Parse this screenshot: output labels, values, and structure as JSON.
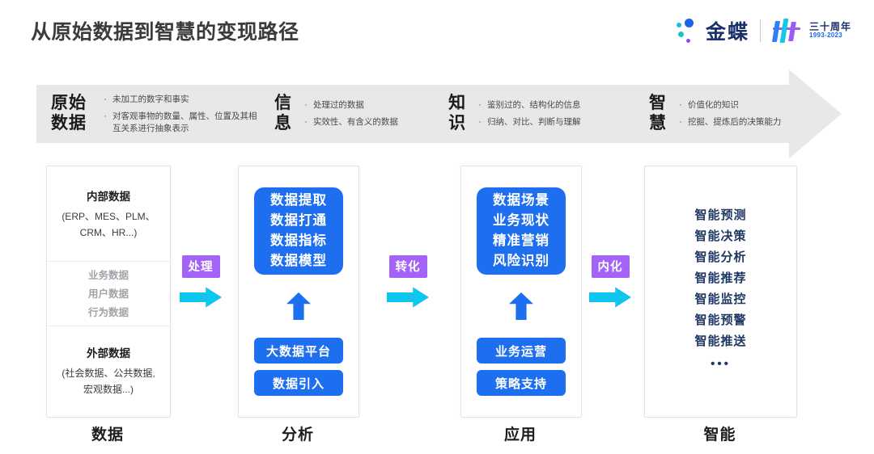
{
  "header": {
    "title": "从原始数据到智慧的变现路径",
    "logo": {
      "brand": "金蝶",
      "anniversary_cn": "三十周年",
      "anniversary_years": "1993-2023"
    }
  },
  "banner": {
    "sections": [
      {
        "key": "原始\n数据",
        "bullets": [
          "未加工的数字和事实",
          "对客观事物的数量、属性、位置及其相互关系进行抽象表示"
        ]
      },
      {
        "key": "信\n息",
        "bullets": [
          "处理过的数据",
          "实效性、有含义的数据"
        ]
      },
      {
        "key": "知\n识",
        "bullets": [
          "鉴别过的、结构化的信息",
          "归纳、对比、判断与理解"
        ]
      },
      {
        "key": "智\n慧",
        "bullets": [
          "价值化的知识",
          "挖掘、提炼后的决策能力"
        ]
      }
    ]
  },
  "columns": [
    {
      "label": "数据",
      "top": {
        "title": "内部数据",
        "sub": "(ERP、MES、PLM、\nCRM、HR...)"
      },
      "middle": [
        "业务数据",
        "用户数据",
        "行为数据"
      ],
      "bottom": {
        "title": "外部数据",
        "sub": "(社会数据、公共数据,\n宏观数据...)"
      }
    },
    {
      "label": "分析",
      "bigbox": "数据提取\n数据打通\n数据指标\n数据模型",
      "pills": [
        "大数据平台",
        "数据引入"
      ]
    },
    {
      "label": "应用",
      "bigbox": "数据场景\n业务现状\n精准营销\n风险识别",
      "pills": [
        "业务运营",
        "策略支持"
      ]
    },
    {
      "label": "智能",
      "items": [
        "智能预测",
        "智能决策",
        "智能分析",
        "智能推荐",
        "智能监控",
        "智能预警",
        "智能推送"
      ],
      "ellipsis": "•••"
    }
  ],
  "connectors": [
    {
      "label": "处理"
    },
    {
      "label": "转化"
    },
    {
      "label": "内化"
    }
  ],
  "colors": {
    "blue": "#1d6ff0",
    "navy": "#1f3864",
    "purple": "#a463f7",
    "cyan": "#10c6f0",
    "banner_gray": "#e8e8e8"
  }
}
